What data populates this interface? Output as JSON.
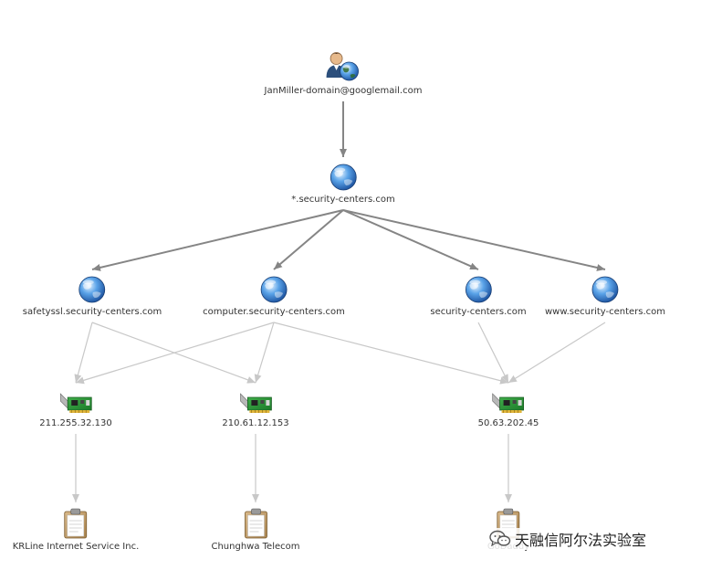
{
  "nodes": {
    "email": {
      "label": "JanMiller-domain@googlemail.com",
      "icon": "user-globe-icon"
    },
    "wildcard": {
      "label": "*.security-centers.com",
      "icon": "globe-icon"
    },
    "safetyssl": {
      "label": "safetyssl.security-centers.com",
      "icon": "globe-icon"
    },
    "computer": {
      "label": "computer.security-centers.com",
      "icon": "globe-icon"
    },
    "root": {
      "label": "security-centers.com",
      "icon": "globe-icon"
    },
    "www": {
      "label": "www.security-centers.com",
      "icon": "globe-icon"
    },
    "ip1": {
      "label": "211.255.32.130",
      "icon": "network-card-icon"
    },
    "ip2": {
      "label": "210.61.12.153",
      "icon": "network-card-icon"
    },
    "ip3": {
      "label": "50.63.202.45",
      "icon": "network-card-icon"
    },
    "org1": {
      "label": "KRLine Internet Service Inc.",
      "icon": "clipboard-icon"
    },
    "org2": {
      "label": "Chunghwa Telecom",
      "icon": "clipboard-icon"
    },
    "org3": {
      "label": "GoDaddy",
      "icon": "clipboard-icon"
    }
  },
  "edges": [
    [
      "email",
      "wildcard"
    ],
    [
      "wildcard",
      "safetyssl"
    ],
    [
      "wildcard",
      "computer"
    ],
    [
      "wildcard",
      "root"
    ],
    [
      "wildcard",
      "www"
    ],
    [
      "safetyssl",
      "ip1"
    ],
    [
      "safetyssl",
      "ip2"
    ],
    [
      "computer",
      "ip1"
    ],
    [
      "computer",
      "ip2"
    ],
    [
      "computer",
      "ip3"
    ],
    [
      "root",
      "ip3"
    ],
    [
      "www",
      "ip3"
    ],
    [
      "ip1",
      "org1"
    ],
    [
      "ip2",
      "org2"
    ],
    [
      "ip3",
      "org3"
    ]
  ],
  "colors": {
    "primary_edge": "#858585",
    "secondary_edge": "#c8c8c8"
  },
  "watermark": {
    "text": "天融信阿尔法实验室",
    "icon": "wechat-icon"
  }
}
